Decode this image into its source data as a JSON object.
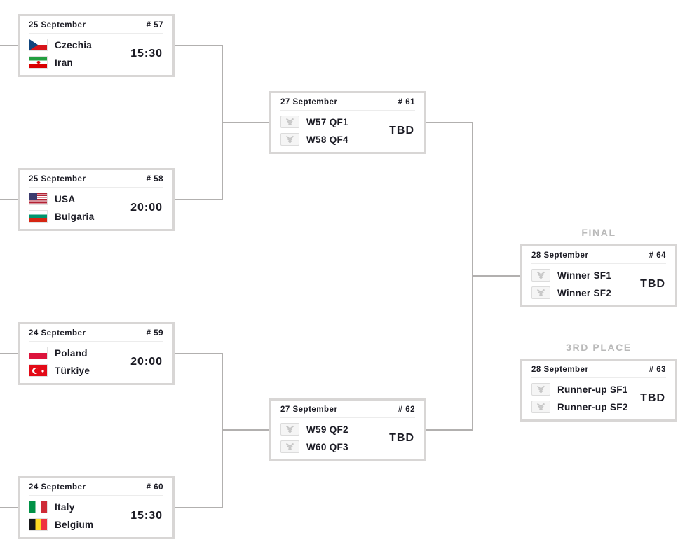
{
  "labels": {
    "final": "FINAL",
    "third_place": "3RD PLACE"
  },
  "icons": {
    "placeholder_team": "chevrons-w-icon"
  },
  "colors": {
    "background": "#ffffff",
    "text": "#1b1b24",
    "muted_label": "#b9b9b9",
    "card_border": "#d8d6d5",
    "connector": "#b2b0af",
    "placeholder_glyph": "#c6c6c6"
  },
  "matches": [
    {
      "id": "quarterfinal-1",
      "date": "25 September",
      "number": "# 57",
      "time": "15:30",
      "teams": [
        {
          "name": "Czechia",
          "flag": "cz"
        },
        {
          "name": "Iran",
          "flag": "ir"
        }
      ]
    },
    {
      "id": "quarterfinal-4",
      "date": "25 September",
      "number": "# 58",
      "time": "20:00",
      "teams": [
        {
          "name": "USA",
          "flag": "us"
        },
        {
          "name": "Bulgaria",
          "flag": "bg"
        }
      ]
    },
    {
      "id": "quarterfinal-2",
      "date": "24 September",
      "number": "# 59",
      "time": "20:00",
      "teams": [
        {
          "name": "Poland",
          "flag": "pl"
        },
        {
          "name": "Türkiye",
          "flag": "tr"
        }
      ]
    },
    {
      "id": "quarterfinal-3",
      "date": "24 September",
      "number": "# 60",
      "time": "15:30",
      "teams": [
        {
          "name": "Italy",
          "flag": "it"
        },
        {
          "name": "Belgium",
          "flag": "be"
        }
      ]
    },
    {
      "id": "semifinal-1",
      "date": "27 September",
      "number": "# 61",
      "time": "TBD",
      "teams": [
        {
          "name": "W57 QF1",
          "flag": "tbd"
        },
        {
          "name": "W58 QF4",
          "flag": "tbd"
        }
      ]
    },
    {
      "id": "semifinal-2",
      "date": "27 September",
      "number": "# 62",
      "time": "TBD",
      "teams": [
        {
          "name": "W59 QF2",
          "flag": "tbd"
        },
        {
          "name": "W60 QF3",
          "flag": "tbd"
        }
      ]
    },
    {
      "id": "final",
      "date": "28 September",
      "number": "# 64",
      "time": "TBD",
      "teams": [
        {
          "name": "Winner SF1",
          "flag": "tbd"
        },
        {
          "name": "Winner SF2",
          "flag": "tbd"
        }
      ]
    },
    {
      "id": "third-place",
      "date": "28 September",
      "number": "# 63",
      "time": "TBD",
      "teams": [
        {
          "name": "Runner-up SF1",
          "flag": "tbd"
        },
        {
          "name": "Runner-up SF2",
          "flag": "tbd"
        }
      ]
    }
  ]
}
